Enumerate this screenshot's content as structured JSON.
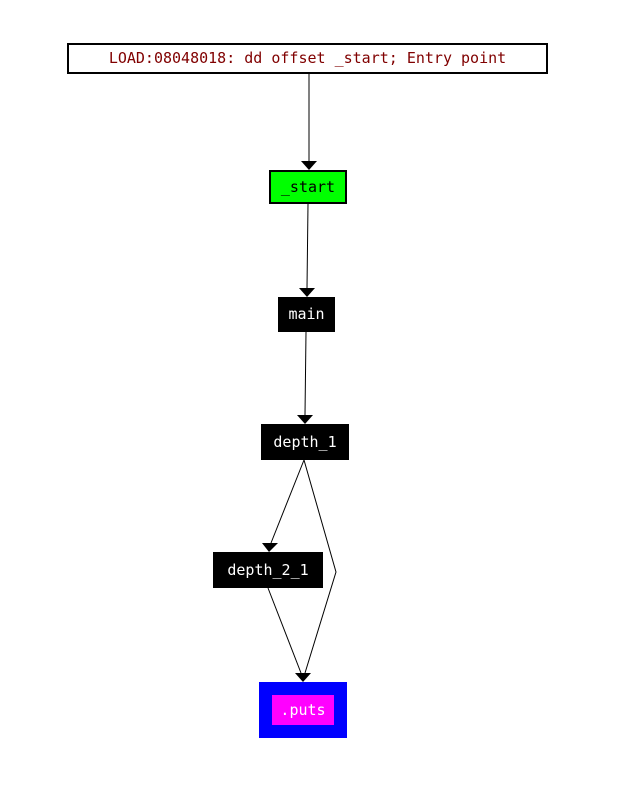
{
  "nodes": {
    "entry": {
      "label": "LOAD:08048018: dd offset _start; Entry point"
    },
    "start": {
      "label": "_start"
    },
    "main": {
      "label": "main"
    },
    "depth_1": {
      "label": "depth_1"
    },
    "depth_2_1": {
      "label": "depth_2_1"
    },
    "puts": {
      "label": ".puts"
    }
  },
  "edges": [
    {
      "from": "entry",
      "to": "start"
    },
    {
      "from": "start",
      "to": "main"
    },
    {
      "from": "main",
      "to": "depth_1"
    },
    {
      "from": "depth_1",
      "to": "depth_2_1"
    },
    {
      "from": "depth_1",
      "to": "puts"
    },
    {
      "from": "depth_2_1",
      "to": "puts"
    }
  ],
  "colors": {
    "entry_text": "#800000",
    "start_fill": "#00ff00",
    "function_fill": "#000000",
    "function_text": "#ffffff",
    "import_outer": "#0000ff",
    "import_inner": "#ff00ff"
  }
}
